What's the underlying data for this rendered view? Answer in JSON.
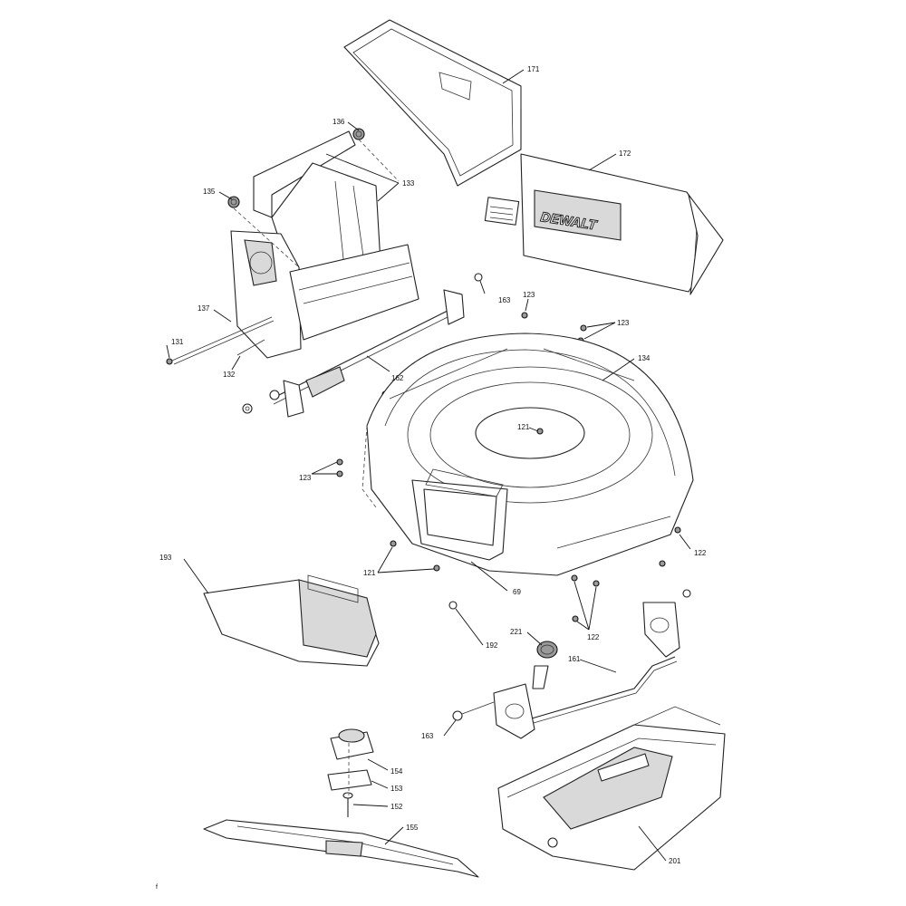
{
  "diagram": {
    "brand_logo": "DEWALT",
    "page_mark": "f",
    "callouts": {
      "c171": "171",
      "c172": "172",
      "c136": "136",
      "c133": "133",
      "c135": "135",
      "c137": "137",
      "c131": "131",
      "c132": "132",
      "c162": "162",
      "c163a": "163",
      "c123a": "123",
      "c123b": "123",
      "c134": "134",
      "c121a": "121",
      "c123c": "123",
      "c193": "193",
      "c121b": "121",
      "c69": "69",
      "c122a": "122",
      "c122b": "122",
      "c192": "192",
      "c221": "221",
      "c161": "161",
      "c163b": "163",
      "c154": "154",
      "c153": "153",
      "c152": "152",
      "c155": "155",
      "c201": "201"
    }
  }
}
